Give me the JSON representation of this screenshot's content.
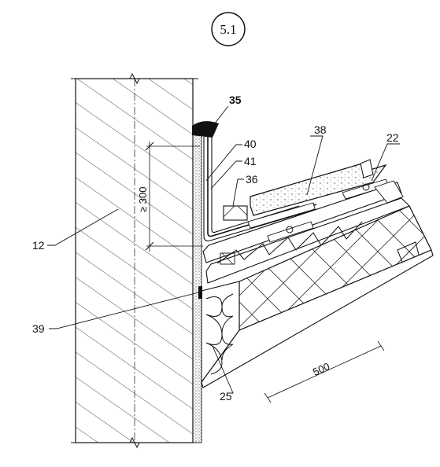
{
  "title": "5.1",
  "labels": {
    "l35": "35",
    "l38": "38",
    "l40": "40",
    "l41": "41",
    "l36": "36",
    "l22": "22",
    "l12": "12",
    "l39": "39",
    "l25": "25"
  },
  "dimensions": {
    "height_dim": "≥ 300",
    "length_dim": "500"
  },
  "colors": {
    "line": "#111111",
    "fill_light": "#ffffff"
  }
}
